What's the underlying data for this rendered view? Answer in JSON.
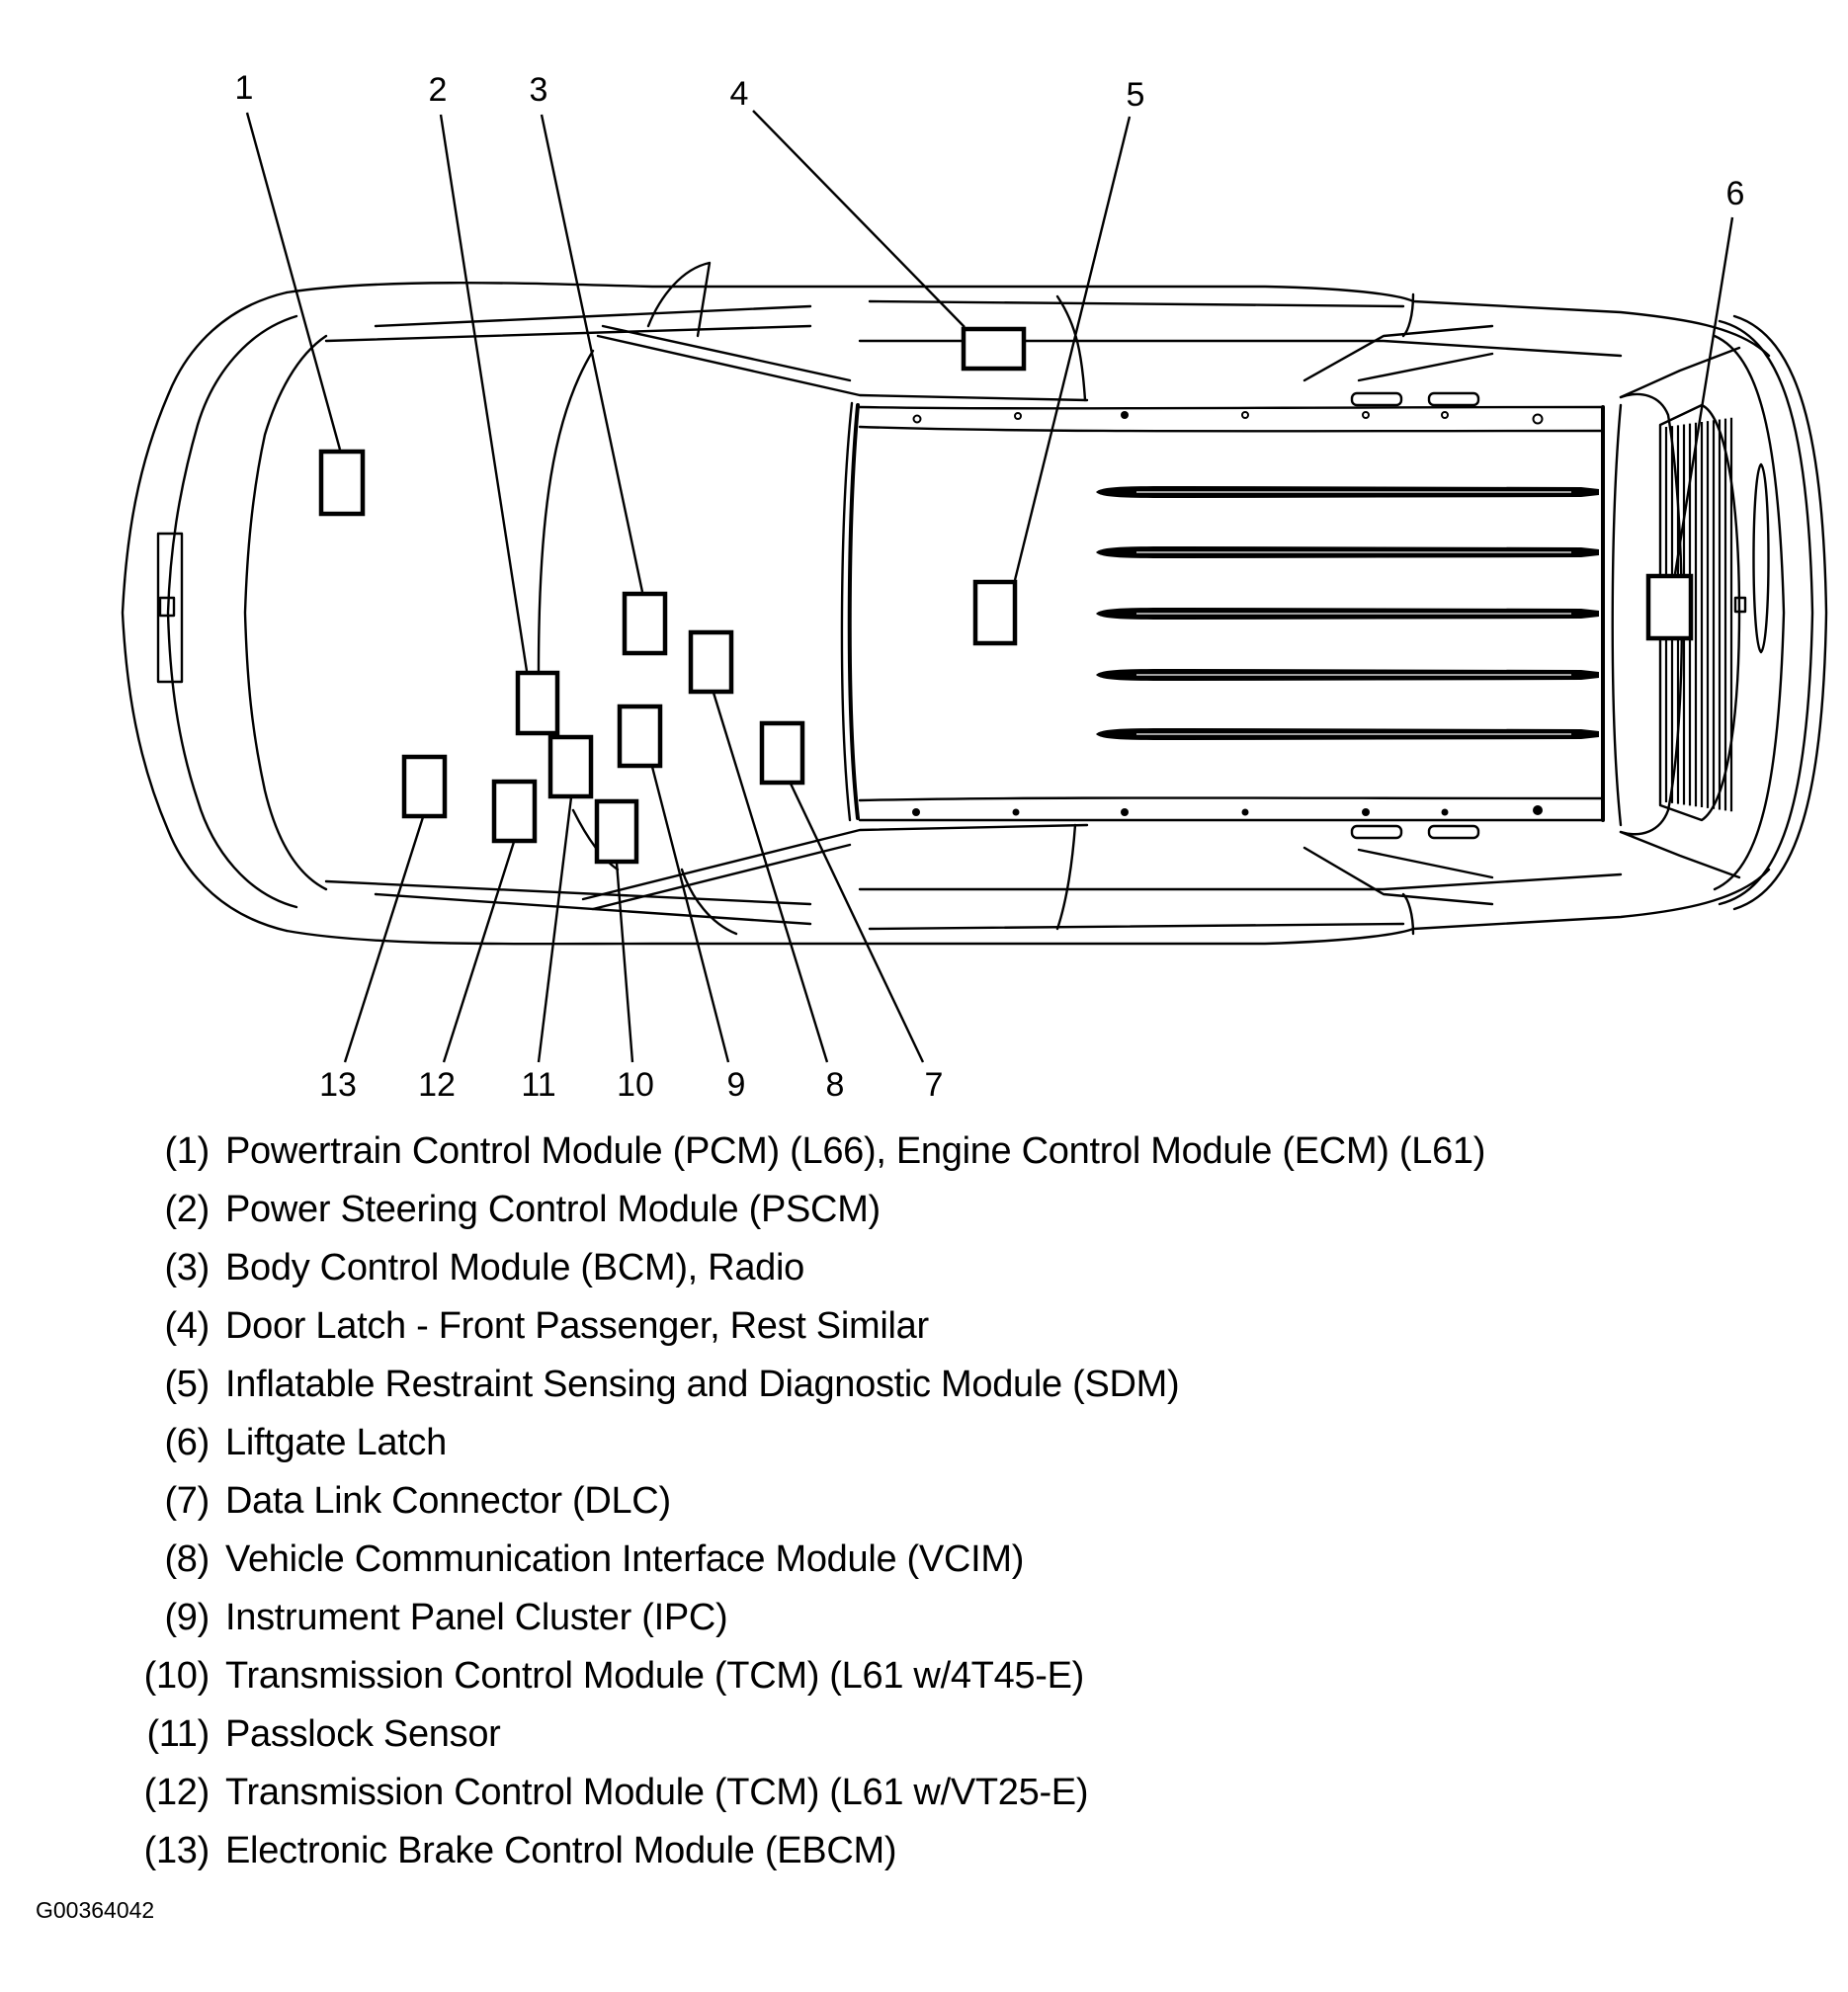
{
  "figure": {
    "id": "G00364042",
    "title": "Module and component locator - vehicle top view"
  },
  "callouts": [
    {
      "num": "1"
    },
    {
      "num": "2"
    },
    {
      "num": "3"
    },
    {
      "num": "4"
    },
    {
      "num": "5"
    },
    {
      "num": "6"
    },
    {
      "num": "7"
    },
    {
      "num": "8"
    },
    {
      "num": "9"
    },
    {
      "num": "10"
    },
    {
      "num": "11"
    },
    {
      "num": "12"
    },
    {
      "num": "13"
    }
  ],
  "legend": [
    {
      "num": "(1)",
      "text": "Powertrain Control Module (PCM) (L66), Engine Control Module (ECM) (L61)"
    },
    {
      "num": "(2)",
      "text": "Power Steering Control Module (PSCM)"
    },
    {
      "num": "(3)",
      "text": "Body Control Module (BCM), Radio"
    },
    {
      "num": "(4)",
      "text": "Door Latch - Front Passenger, Rest Similar"
    },
    {
      "num": "(5)",
      "text": "Inflatable Restraint Sensing and Diagnostic Module (SDM)"
    },
    {
      "num": "(6)",
      "text": "Liftgate Latch"
    },
    {
      "num": "(7)",
      "text": "Data Link Connector (DLC)"
    },
    {
      "num": "(8)",
      "text": "Vehicle Communication Interface Module (VCIM)"
    },
    {
      "num": "(9)",
      "text": "Instrument Panel Cluster (IPC)"
    },
    {
      "num": "(10)",
      "text": "Transmission Control Module (TCM) (L61 w/4T45-E)"
    },
    {
      "num": "(11)",
      "text": "Passlock Sensor"
    },
    {
      "num": "(12)",
      "text": "Transmission Control Module (TCM) (L61 w/VT25-E)"
    },
    {
      "num": "(13)",
      "text": "Electronic Brake Control Module (EBCM)"
    }
  ]
}
